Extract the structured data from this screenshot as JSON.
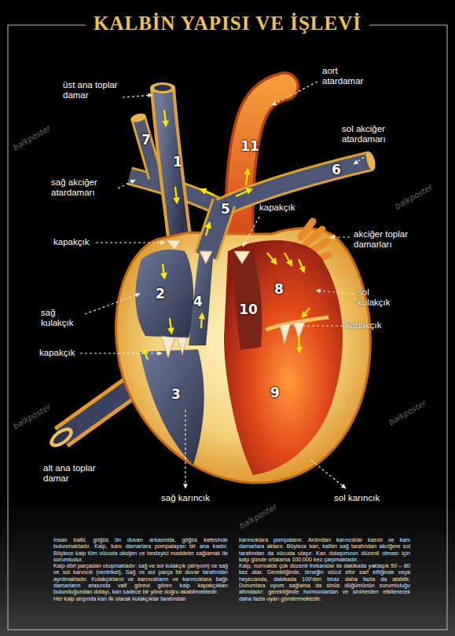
{
  "diagram": {
    "title": "KALBİN YAPISI VE İŞLEVİ",
    "labels": [
      "üst ana toplar damar",
      "aort atardamar",
      "sol akciğer atardamarı",
      "sağ akciğer atardamarı",
      "kapakçık",
      "kapakçık",
      "akciğer toplar damarları",
      "sol kulakçık",
      "sağ kulakçık",
      "kapakçık",
      "kapakçık",
      "alt ana toplar damar",
      "sağ karıncık",
      "sol karıncık",
      "1",
      "2",
      "3",
      "4",
      "5",
      "6",
      "7",
      "8",
      "9",
      "10",
      "11",
      "İnsan kalbi, göğüs ön duvarı arkasında, göğüs kafesinde bulunmaktadır. Kalp, kanı damarlara pompalayan bir ana kastır. Böylece kalp tüm vücuda oksijen ve besleyici maddeler sağlamak ile sorumludur.",
      "Kalp dört parçadan oluşmaktadır: sağ ve sol kulakçık (atriyum) ve sağ ve sol karıncık (ventrikel). Sağ ve sol parça bir duvar tarafından ayrılmaktadır. Kulakçıkların ve karıncıkların ve karıncıklara bağlı damarların arasında valf görevi gören kalp kapakçıkları bulunduğundan dolayı, kan sadece bir yöne doğru akabilmektedir.",
      "Her kalp atışında kan ilk olarak kulakçıklar tarafından",
      "karıncıklara pompalanır. Ardından karıncıklar kasılır ve kanı damarlara aktarır. Böylece kan, kalbin sağ tarafından akciğere sol tarafından da vücuda ulaşır. Kan dolaşımının düzenli olması için kalp günde ortalama 100.000 kez çarpmaktadır.",
      "Kalp, normalde çok düzenli frekanslar ile dakikada yaklaşık 50 – 80 kez atar. Gerektiğinde, örneğin vücut efor sarf ettiğinde veya heyecanda, dakikada 100'den biraz daha fazla da atabilir. Durumlara uyum sağlama da sinüs düğümünün sorumluluğu altındadır: gerektiğinde hormonlardan ve sinirlerden etkilenerek daha fazla uyarı göndermektedir.",
      "balkposter",
      "balkposter",
      "balkposter",
      "balkposter",
      "balkposter"
    ]
  }
}
